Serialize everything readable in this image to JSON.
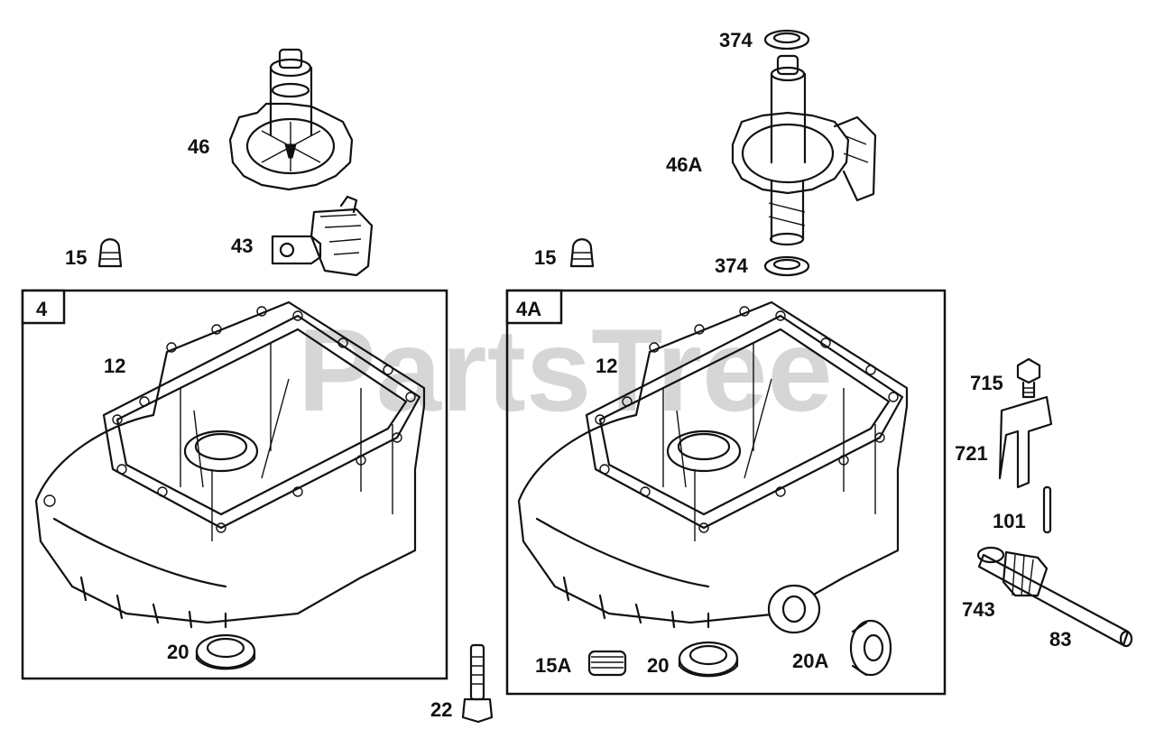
{
  "watermark": "PartsTree",
  "boxes": [
    {
      "id": "4",
      "label": "4"
    },
    {
      "id": "4A",
      "label": "4A"
    }
  ],
  "callouts": {
    "c46": "46",
    "c43": "43",
    "c15_left": "15",
    "c374_top": "374",
    "c46A": "46A",
    "c15_mid": "15",
    "c374_bottom": "374",
    "c12_left": "12",
    "c20_left": "20",
    "c12_right": "12",
    "c15A": "15A",
    "c20_right": "20",
    "c20A": "20A",
    "c22": "22",
    "c715": "715",
    "c721": "721",
    "c101": "101",
    "c743": "743",
    "c83": "83"
  },
  "colors": {
    "ink": "#111111",
    "background": "#ffffff",
    "watermark": "#bdbdbd"
  }
}
